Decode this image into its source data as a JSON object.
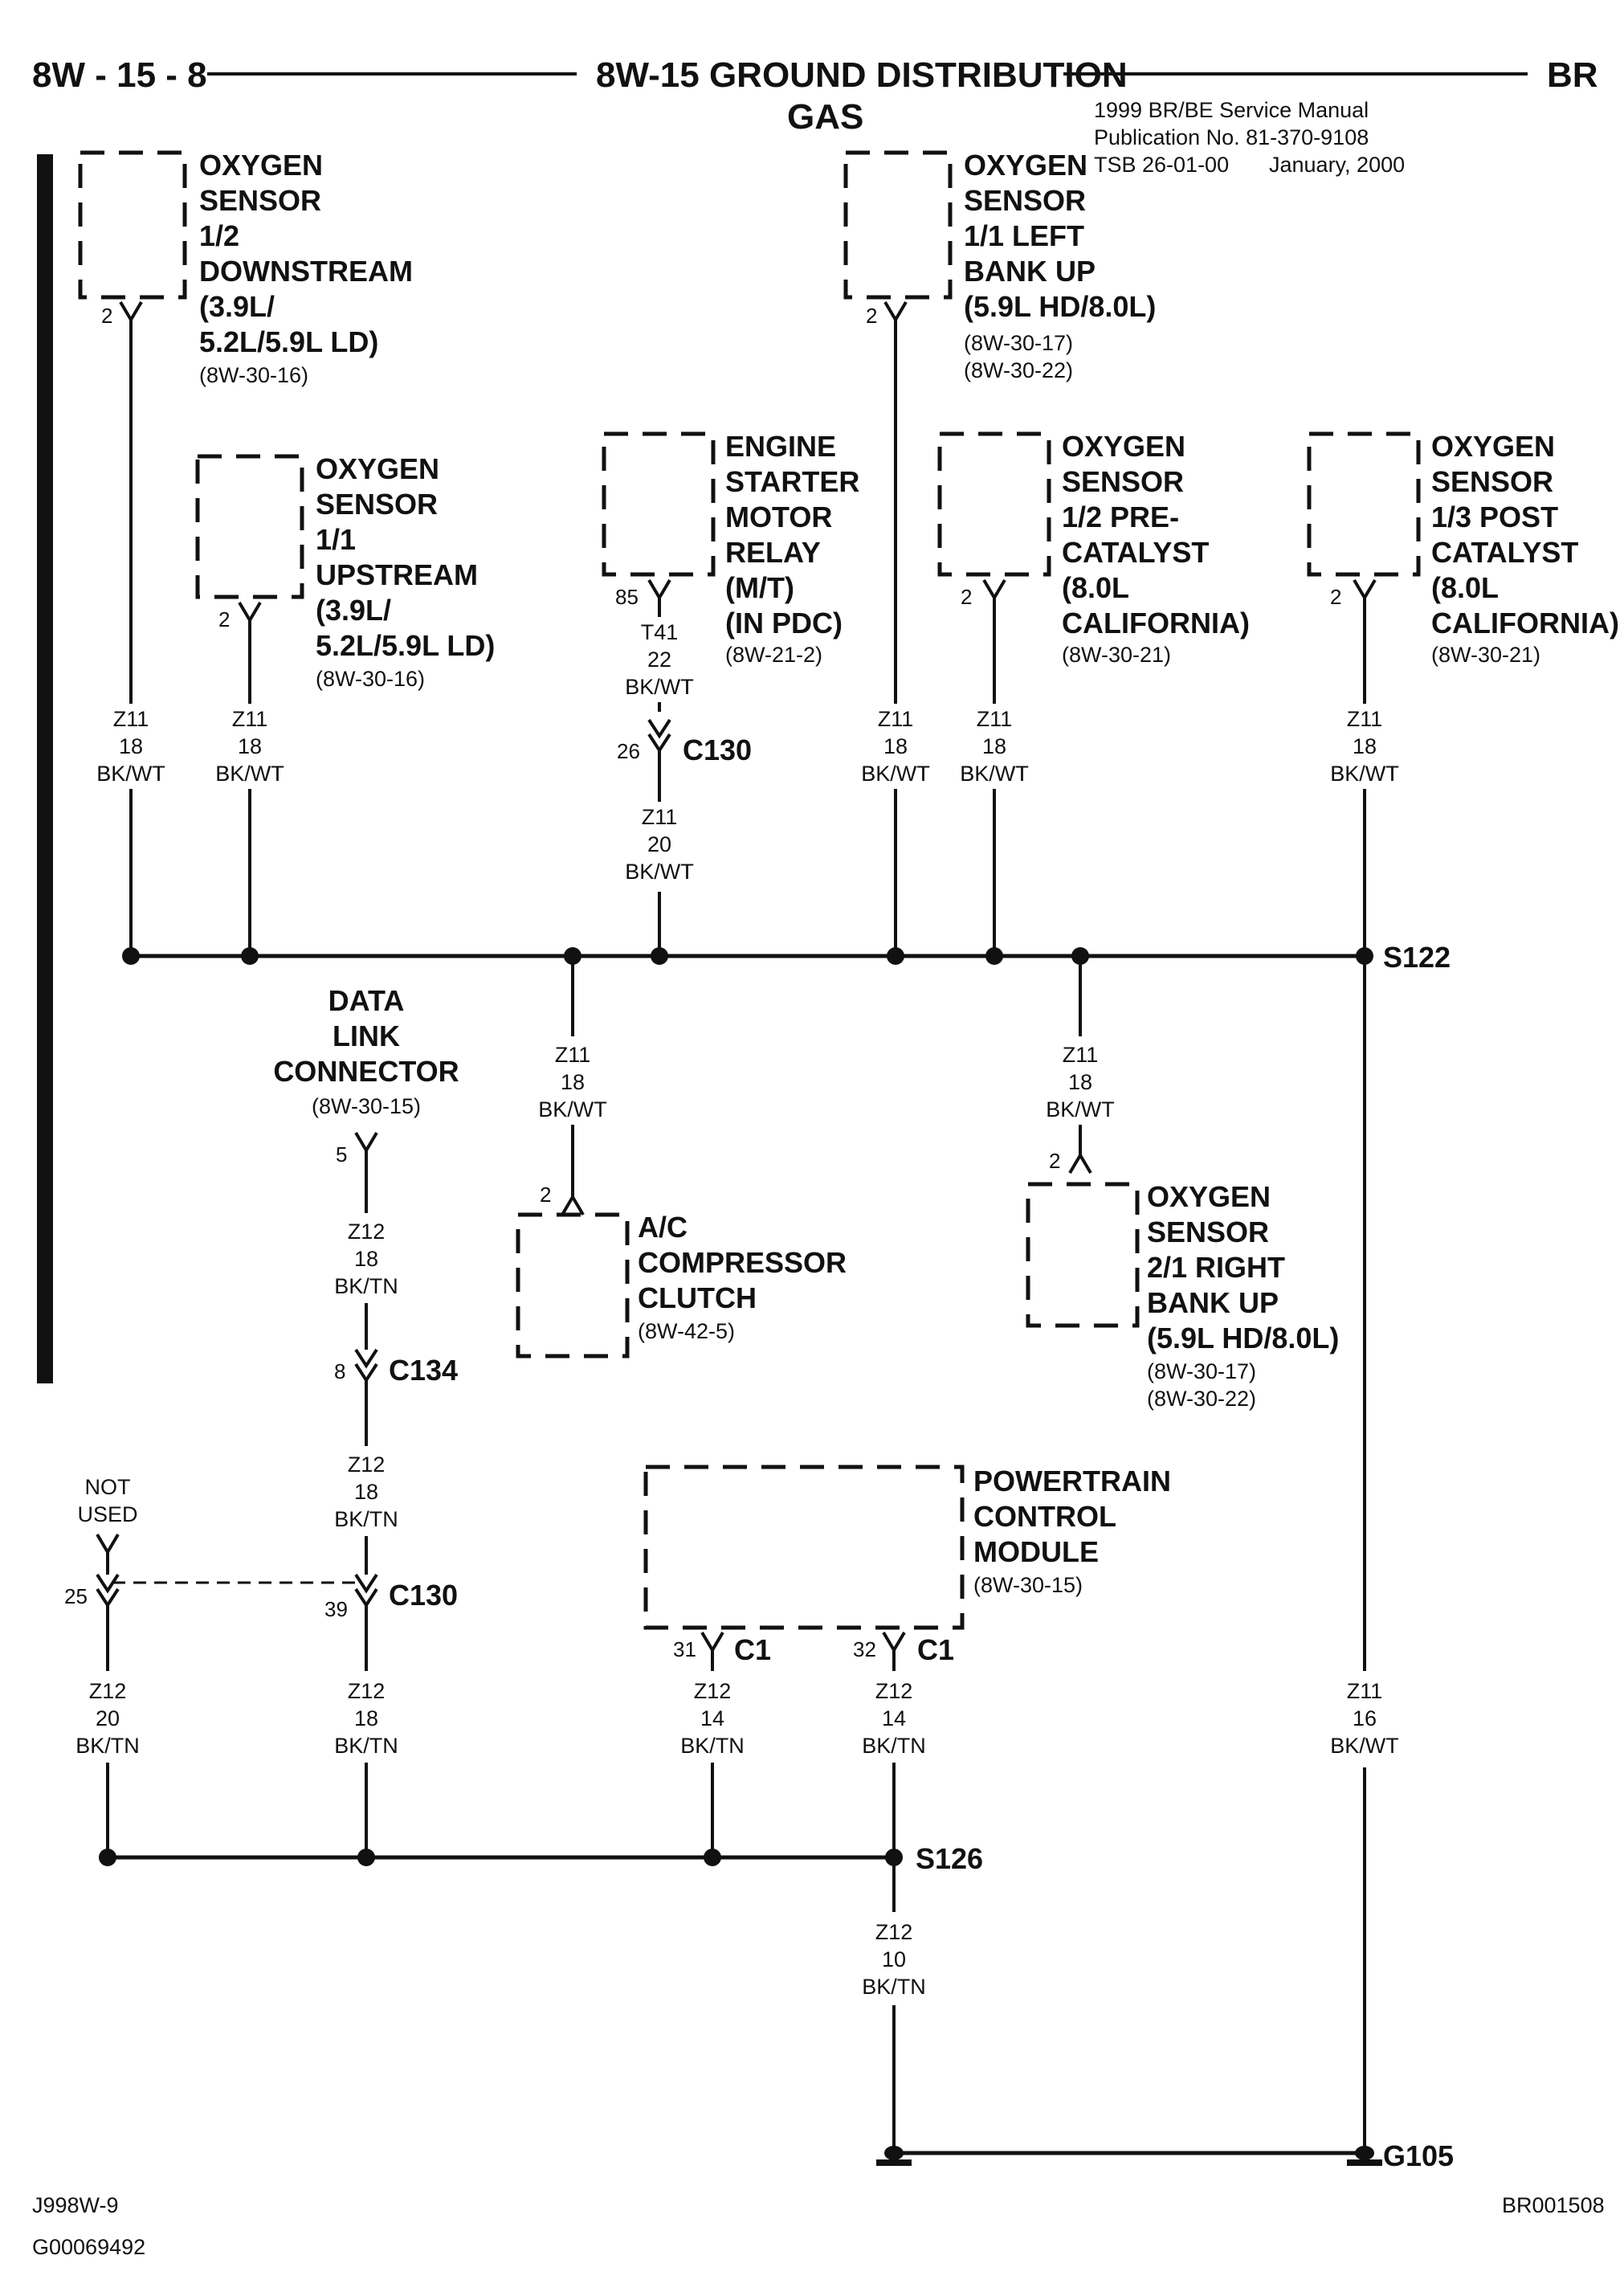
{
  "header": {
    "page_number": "8W - 15 - 8",
    "title_line1": "8W-15 GROUND DISTRIBUTION",
    "title_line2": "GAS",
    "section_code": "BR",
    "manual_line1": "1999 BR/BE Service Manual",
    "manual_line2": "Publication No. 81-370-9108",
    "manual_line3_tsb": "TSB 26-01-00",
    "manual_line3_date": "January, 2000"
  },
  "footer": {
    "left_code1": "J998W-9",
    "left_code2": "G00069492",
    "right_code": "BR001508"
  },
  "components": {
    "o2_12_down": {
      "lines": [
        "OXYGEN",
        "SENSOR",
        "1/2",
        "DOWNSTREAM",
        "(3.9L/",
        "5.2L/5.9L LD)"
      ],
      "ref": "(8W-30-16)",
      "pin": "2"
    },
    "o2_11_up": {
      "lines": [
        "OXYGEN",
        "SENSOR",
        "1/1",
        "UPSTREAM",
        "(3.9L/",
        "5.2L/5.9L LD)"
      ],
      "ref": "(8W-30-16)",
      "pin": "2"
    },
    "starter_relay": {
      "lines": [
        "ENGINE",
        "STARTER",
        "MOTOR",
        "RELAY",
        "(M/T)",
        "(IN PDC)"
      ],
      "ref": "(8W-21-2)",
      "pin": "85"
    },
    "o2_11_left": {
      "lines": [
        "OXYGEN",
        "SENSOR",
        "1/1 LEFT",
        "BANK UP",
        "(5.9L HD/8.0L)"
      ],
      "refs": [
        "(8W-30-17)",
        "(8W-30-22)"
      ],
      "pin": "2"
    },
    "o2_12_pre": {
      "lines": [
        "OXYGEN",
        "SENSOR",
        "1/2 PRE-",
        "CATALYST",
        "(8.0L",
        "CALIFORNIA)"
      ],
      "ref": "(8W-30-21)",
      "pin": "2"
    },
    "o2_13_post": {
      "lines": [
        "OXYGEN",
        "SENSOR",
        "1/3 POST",
        "CATALYST",
        "(8.0L",
        "CALIFORNIA)"
      ],
      "ref": "(8W-30-21)",
      "pin": "2"
    },
    "dlc": {
      "lines": [
        "DATA",
        "LINK",
        "CONNECTOR"
      ],
      "ref": "(8W-30-15)",
      "pin": "5"
    },
    "ac_clutch": {
      "lines": [
        "A/C",
        "COMPRESSOR",
        "CLUTCH"
      ],
      "ref": "(8W-42-5)",
      "pin": "2"
    },
    "o2_21_right": {
      "lines": [
        "OXYGEN",
        "SENSOR",
        "2/1 RIGHT",
        "BANK UP",
        "(5.9L HD/8.0L)"
      ],
      "refs": [
        "(8W-30-17)",
        "(8W-30-22)"
      ],
      "pin": "2"
    },
    "pcm": {
      "lines": [
        "POWERTRAIN",
        "CONTROL",
        "MODULE"
      ],
      "ref": "(8W-30-15)",
      "pin_a": "31",
      "pin_b": "32",
      "conn": "C1"
    },
    "not_used": {
      "lines": [
        "NOT",
        "USED"
      ]
    }
  },
  "wires": {
    "w_o2_down": [
      "Z11",
      "18",
      "BK/WT"
    ],
    "w_o2_up": [
      "Z11",
      "18",
      "BK/WT"
    ],
    "w_relay_top": [
      "T41",
      "22",
      "BK/WT"
    ],
    "w_relay_bot": [
      "Z11",
      "20",
      "BK/WT"
    ],
    "w_o2_left": [
      "Z11",
      "18",
      "BK/WT"
    ],
    "w_o2_pre": [
      "Z11",
      "18",
      "BK/WT"
    ],
    "w_o2_post": [
      "Z11",
      "18",
      "BK/WT"
    ],
    "w_ac": [
      "Z11",
      "18",
      "BK/WT"
    ],
    "w_o2_right": [
      "Z11",
      "18",
      "BK/WT"
    ],
    "w_dlc_top": [
      "Z12",
      "18",
      "BK/TN"
    ],
    "w_dlc_mid": [
      "Z12",
      "18",
      "BK/TN"
    ],
    "w_dlc_bot": [
      "Z12",
      "18",
      "BK/TN"
    ],
    "w_notused": [
      "Z12",
      "20",
      "BK/TN"
    ],
    "w_pcm31": [
      "Z12",
      "14",
      "BK/TN"
    ],
    "w_pcm32": [
      "Z12",
      "14",
      "BK/TN"
    ],
    "w_s126": [
      "Z12",
      "10",
      "BK/TN"
    ],
    "w_ground_right": [
      "Z11",
      "16",
      "BK/WT"
    ]
  },
  "connectors": {
    "c130_top": {
      "name": "C130",
      "pin": "26"
    },
    "c134": {
      "name": "C134",
      "pin": "8"
    },
    "c130_bottom": {
      "name": "C130",
      "pin_left": "25",
      "pin_right": "39"
    }
  },
  "splices": {
    "s122": "S122",
    "s126": "S126"
  },
  "grounds": {
    "g105": "G105"
  }
}
